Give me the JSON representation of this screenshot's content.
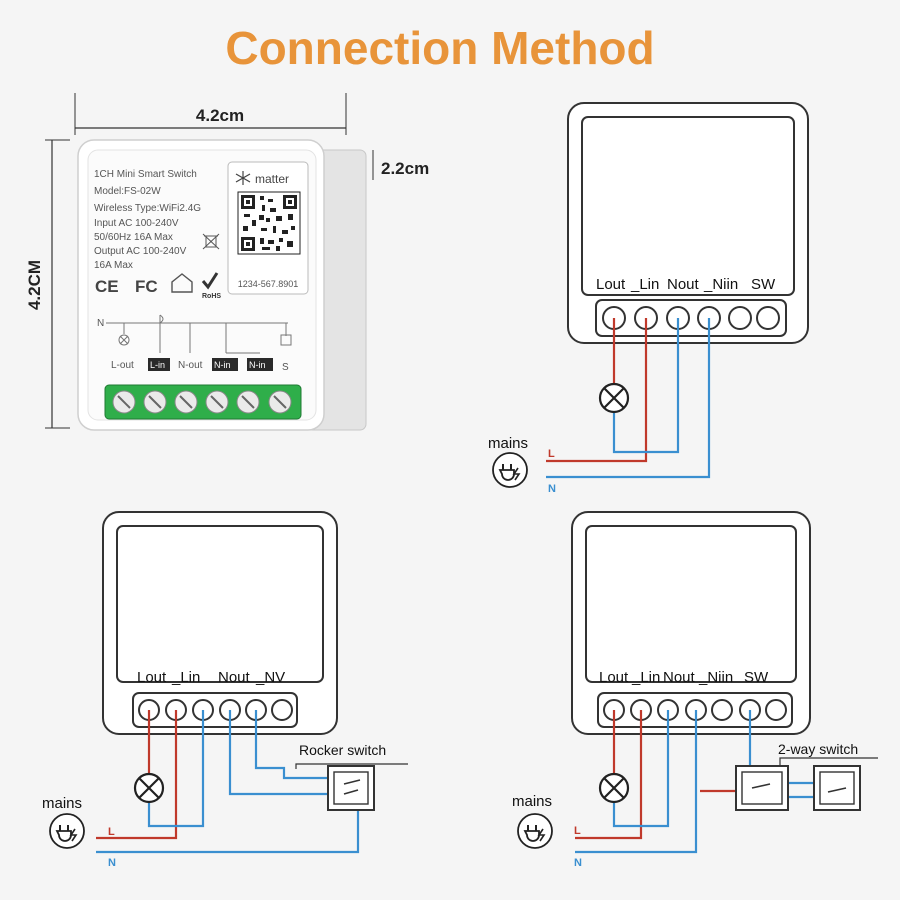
{
  "title": "Connection Method",
  "dimensions": {
    "width": "4.2cm",
    "height": "4.2CM",
    "depth": "2.2cm"
  },
  "device": {
    "name": "1CH Mini Smart Switch",
    "model": "Model:FS-02W",
    "wireless": "Wireless Type:WiFi2.4G",
    "input1": "Input AC 100-240V",
    "input2": "50/60Hz 16A Max",
    "output1": "Output AC 100-240V",
    "output2": "16A Max",
    "brand": "matter",
    "serial": "1234-567.8901",
    "marks": [
      "CE",
      "FC",
      "RoHS"
    ],
    "neutral": "N",
    "terminals": [
      "L-out",
      "L-in",
      "N-out",
      "N-in",
      "N-in",
      "S"
    ]
  },
  "diagrams": {
    "top": {
      "labels": [
        "Lout",
        "_Lin",
        "Nout",
        "_Niin",
        "SW"
      ],
      "mains": "mains",
      "live": "L",
      "neutral": "N"
    },
    "rocker": {
      "labels": [
        "Lout",
        "_Lin",
        "Nout",
        "_NV"
      ],
      "switch": "Rocker switch",
      "mains": "mains",
      "live": "L",
      "neutral": "N"
    },
    "twoway": {
      "labels": [
        "Lout",
        "_Lin",
        "Nout",
        "_Niin",
        "SW"
      ],
      "switch": "2-way switch",
      "mains": "mains",
      "live": "L",
      "neutral": "N"
    }
  },
  "colors": {
    "title": "#e8943a",
    "live_wire": "#c0392b",
    "neutral_wire": "#3a8fd0",
    "terminal_block": "#2fae4a"
  }
}
